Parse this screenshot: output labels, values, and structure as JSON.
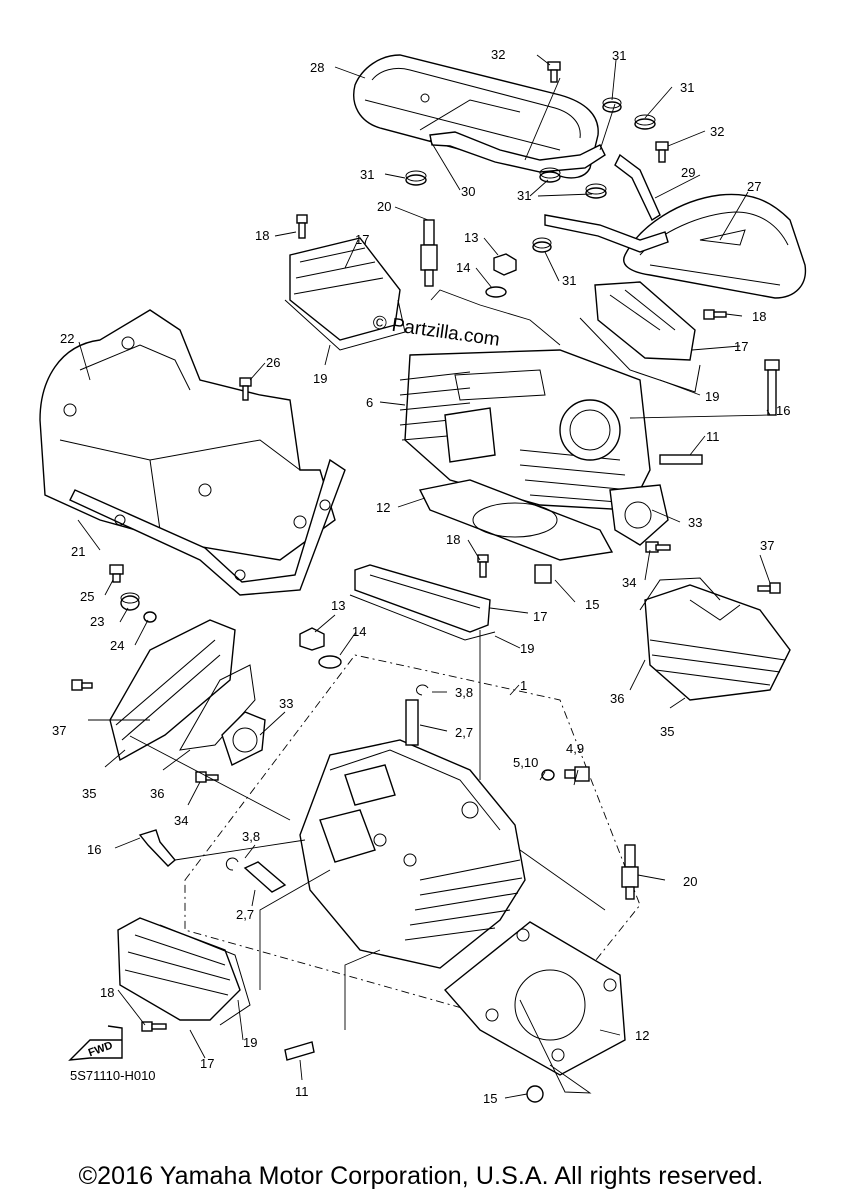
{
  "diagram": {
    "watermark": "© Partzilla.com",
    "diagram_code": "5S71110-H010",
    "copyright": "©2016 Yamaha Motor Corporation, U.S.A. All rights reserved.",
    "fwd_label": "FWD",
    "callouts": [
      {
        "id": "c28",
        "label": "28"
      },
      {
        "id": "c32a",
        "label": "32"
      },
      {
        "id": "c31a",
        "label": "31"
      },
      {
        "id": "c31b",
        "label": "31"
      },
      {
        "id": "c32b",
        "label": "32"
      },
      {
        "id": "c31c",
        "label": "31"
      },
      {
        "id": "c30",
        "label": "30"
      },
      {
        "id": "c31d",
        "label": "31"
      },
      {
        "id": "c29",
        "label": "29"
      },
      {
        "id": "c27",
        "label": "27"
      },
      {
        "id": "c20a",
        "label": "20"
      },
      {
        "id": "c18a",
        "label": "18"
      },
      {
        "id": "c17a",
        "label": "17"
      },
      {
        "id": "c13a",
        "label": "13"
      },
      {
        "id": "c14a",
        "label": "14"
      },
      {
        "id": "c31e",
        "label": "31"
      },
      {
        "id": "c18b",
        "label": "18"
      },
      {
        "id": "c22",
        "label": "22"
      },
      {
        "id": "c26",
        "label": "26"
      },
      {
        "id": "c17b",
        "label": "17"
      },
      {
        "id": "c19a",
        "label": "19"
      },
      {
        "id": "c6",
        "label": "6"
      },
      {
        "id": "c19b",
        "label": "19"
      },
      {
        "id": "c16a",
        "label": "16"
      },
      {
        "id": "c11a",
        "label": "11"
      },
      {
        "id": "c12a",
        "label": "12"
      },
      {
        "id": "c33a",
        "label": "33"
      },
      {
        "id": "c21",
        "label": "21"
      },
      {
        "id": "c18c",
        "label": "18"
      },
      {
        "id": "c34a",
        "label": "34"
      },
      {
        "id": "c37a",
        "label": "37"
      },
      {
        "id": "c15a",
        "label": "15"
      },
      {
        "id": "c25",
        "label": "25"
      },
      {
        "id": "c17c",
        "label": "17"
      },
      {
        "id": "c23",
        "label": "23"
      },
      {
        "id": "c24",
        "label": "24"
      },
      {
        "id": "c13b",
        "label": "13"
      },
      {
        "id": "c14b",
        "label": "14"
      },
      {
        "id": "c19c",
        "label": "19"
      },
      {
        "id": "c1",
        "label": "1"
      },
      {
        "id": "c38a",
        "label": "3,8"
      },
      {
        "id": "c36a",
        "label": "36"
      },
      {
        "id": "c37b",
        "label": "37"
      },
      {
        "id": "c33b",
        "label": "33"
      },
      {
        "id": "c27b",
        "label": "2,7"
      },
      {
        "id": "c35a",
        "label": "35"
      },
      {
        "id": "c510",
        "label": "5,10"
      },
      {
        "id": "c49",
        "label": "4,9"
      },
      {
        "id": "c35b",
        "label": "35"
      },
      {
        "id": "c36b",
        "label": "36"
      },
      {
        "id": "c34b",
        "label": "34"
      },
      {
        "id": "c16b",
        "label": "16"
      },
      {
        "id": "c38b",
        "label": "3,8"
      },
      {
        "id": "c20b",
        "label": "20"
      },
      {
        "id": "c27c",
        "label": "2,7"
      },
      {
        "id": "c18d",
        "label": "18"
      },
      {
        "id": "c12b",
        "label": "12"
      },
      {
        "id": "c19d",
        "label": "19"
      },
      {
        "id": "c17d",
        "label": "17"
      },
      {
        "id": "c11b",
        "label": "11"
      },
      {
        "id": "c15b",
        "label": "15"
      }
    ]
  }
}
